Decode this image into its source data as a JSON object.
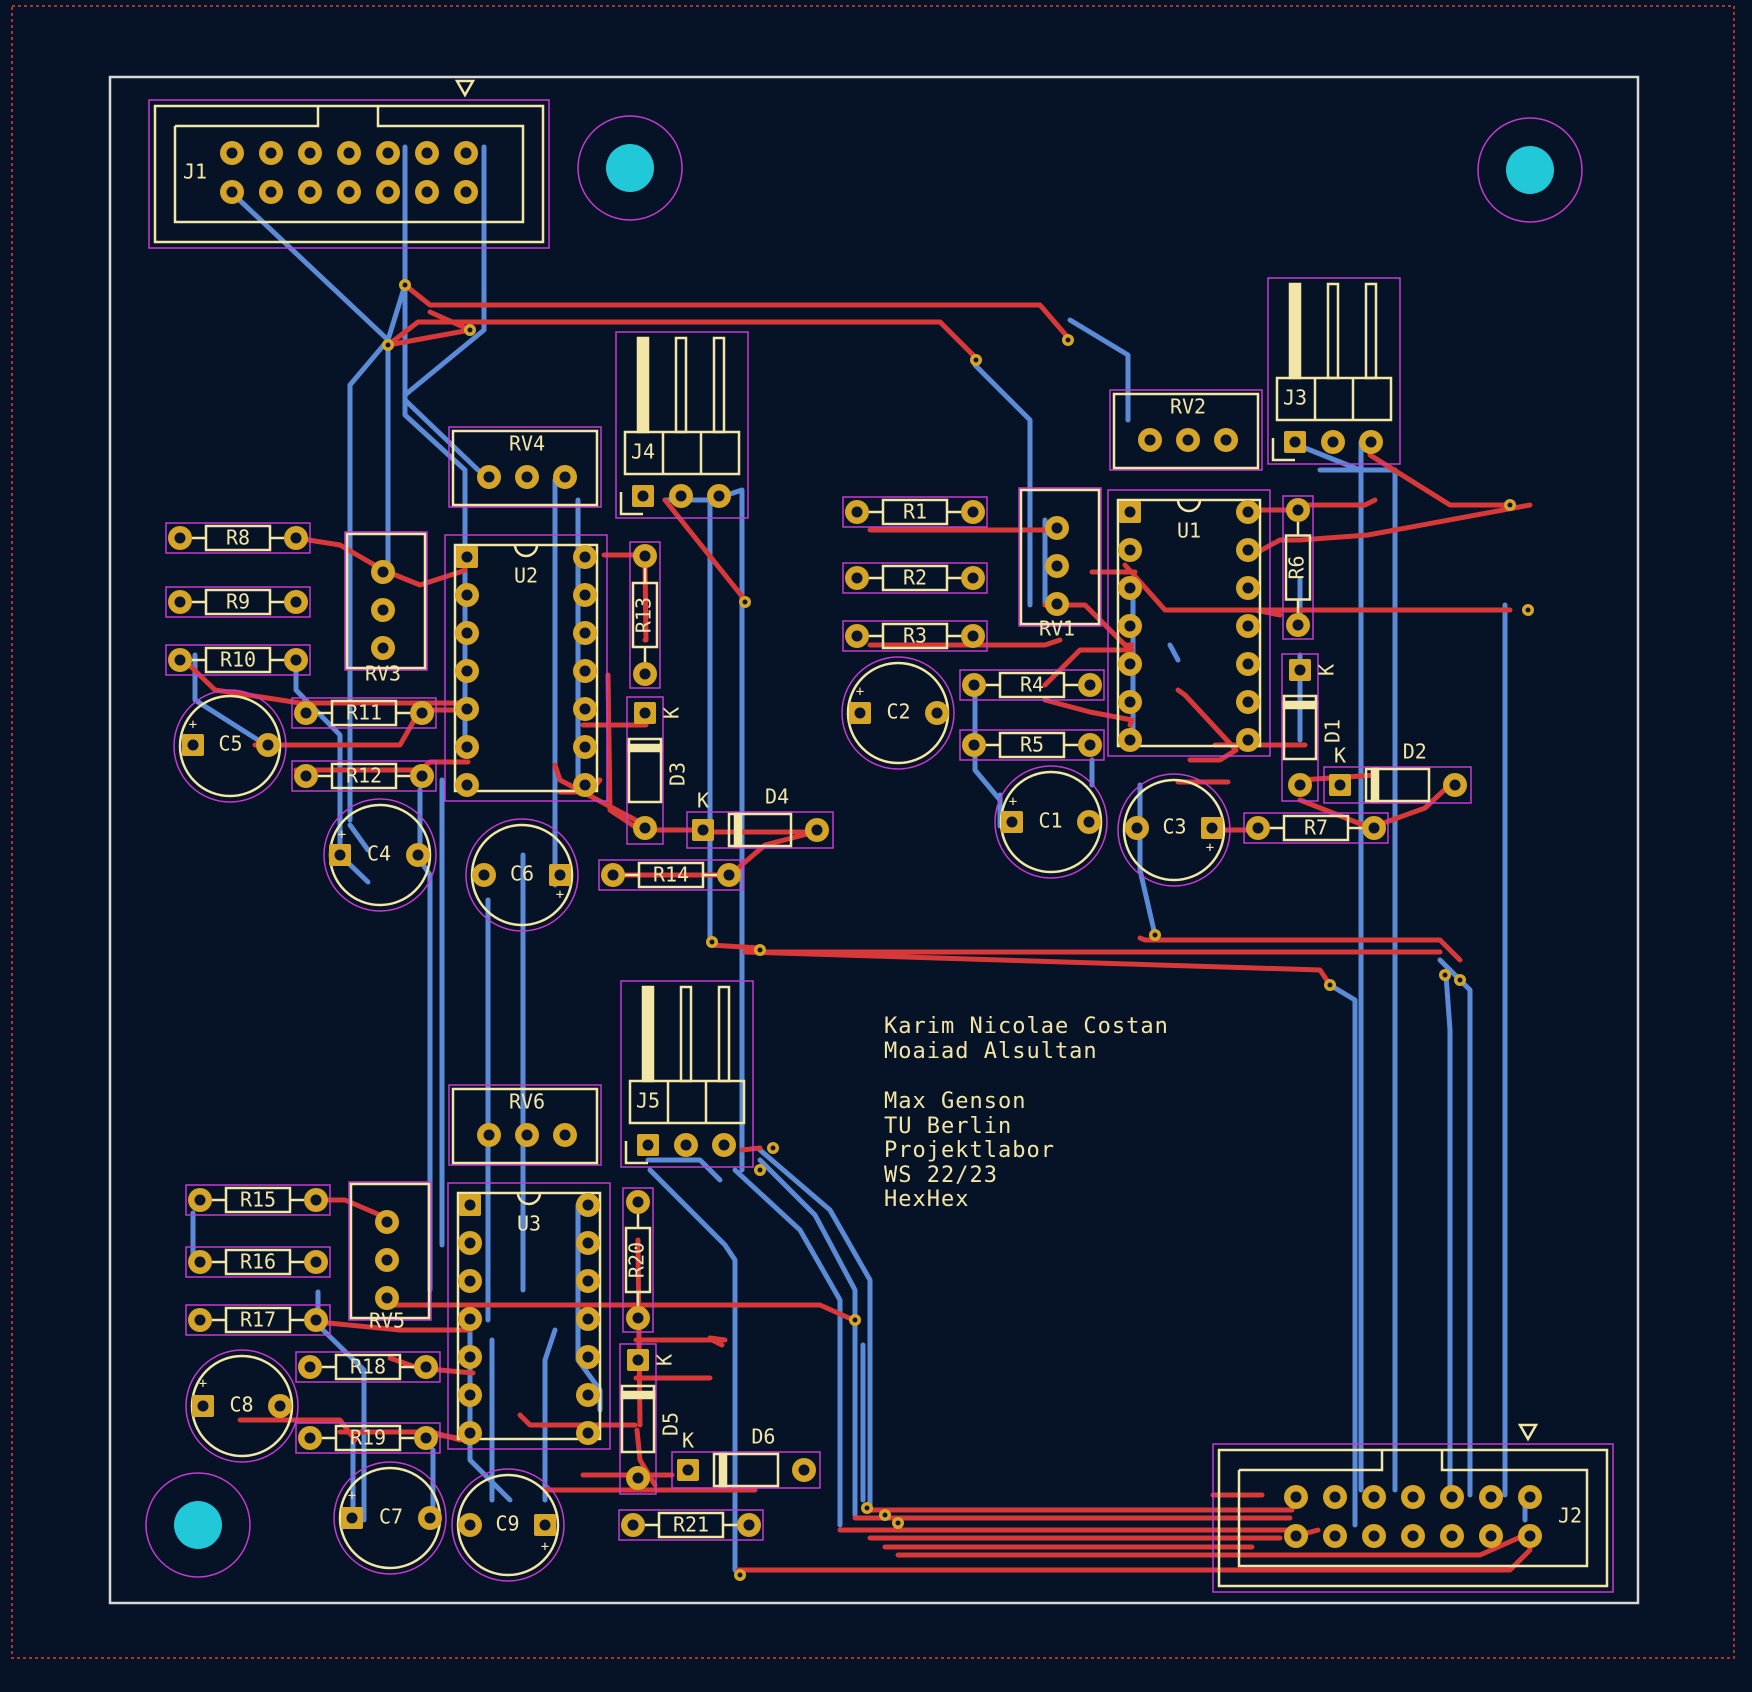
{
  "theme": {
    "background": "#061226",
    "top_copper": "#d93838",
    "bottom_copper": "#5b8ad6",
    "silkscreen": "#f2e6a6",
    "courtyard": "#c63ad0",
    "pad": "#d6a528",
    "pad_hole": "#0a1628",
    "mount_hole": "#20c8d8",
    "edge_cuts": "#d8d8d8",
    "frame": "#b03030"
  },
  "designators": {
    "J1": "J1",
    "J2": "J2",
    "J3": "J3",
    "J4": "J4",
    "J5": "J5",
    "U1": "U1",
    "U2": "U2",
    "U3": "U3",
    "RV1": "RV1",
    "RV2": "RV2",
    "RV3": "RV3",
    "RV4": "RV4",
    "RV5": "RV5",
    "RV6": "RV6",
    "R1": "R1",
    "R2": "R2",
    "R3": "R3",
    "R4": "R4",
    "R5": "R5",
    "R6": "R6",
    "R7": "R7",
    "R8": "R8",
    "R9": "R9",
    "R10": "R10",
    "R11": "R11",
    "R12": "R12",
    "R13": "R13",
    "R14": "R14",
    "R15": "R15",
    "R16": "R16",
    "R17": "R17",
    "R18": "R18",
    "R19": "R19",
    "R20": "R20",
    "R21": "R21",
    "C1": "C1",
    "C2": "C2",
    "C3": "C3",
    "C4": "C4",
    "C5": "C5",
    "C6": "C6",
    "C7": "C7",
    "C8": "C8",
    "C9": "C9",
    "D1": "D1",
    "D2": "D2",
    "D3": "D3",
    "D4": "D4",
    "D5": "D5",
    "D6": "D6",
    "cathode": "K",
    "plus": "+"
  },
  "credits": [
    "Karim Nicolae Costan",
    "Moaiad Alsultan",
    "",
    "Max Genson",
    "TU Berlin",
    "Projektlabor",
    "WS 22/23",
    "HexHex"
  ]
}
